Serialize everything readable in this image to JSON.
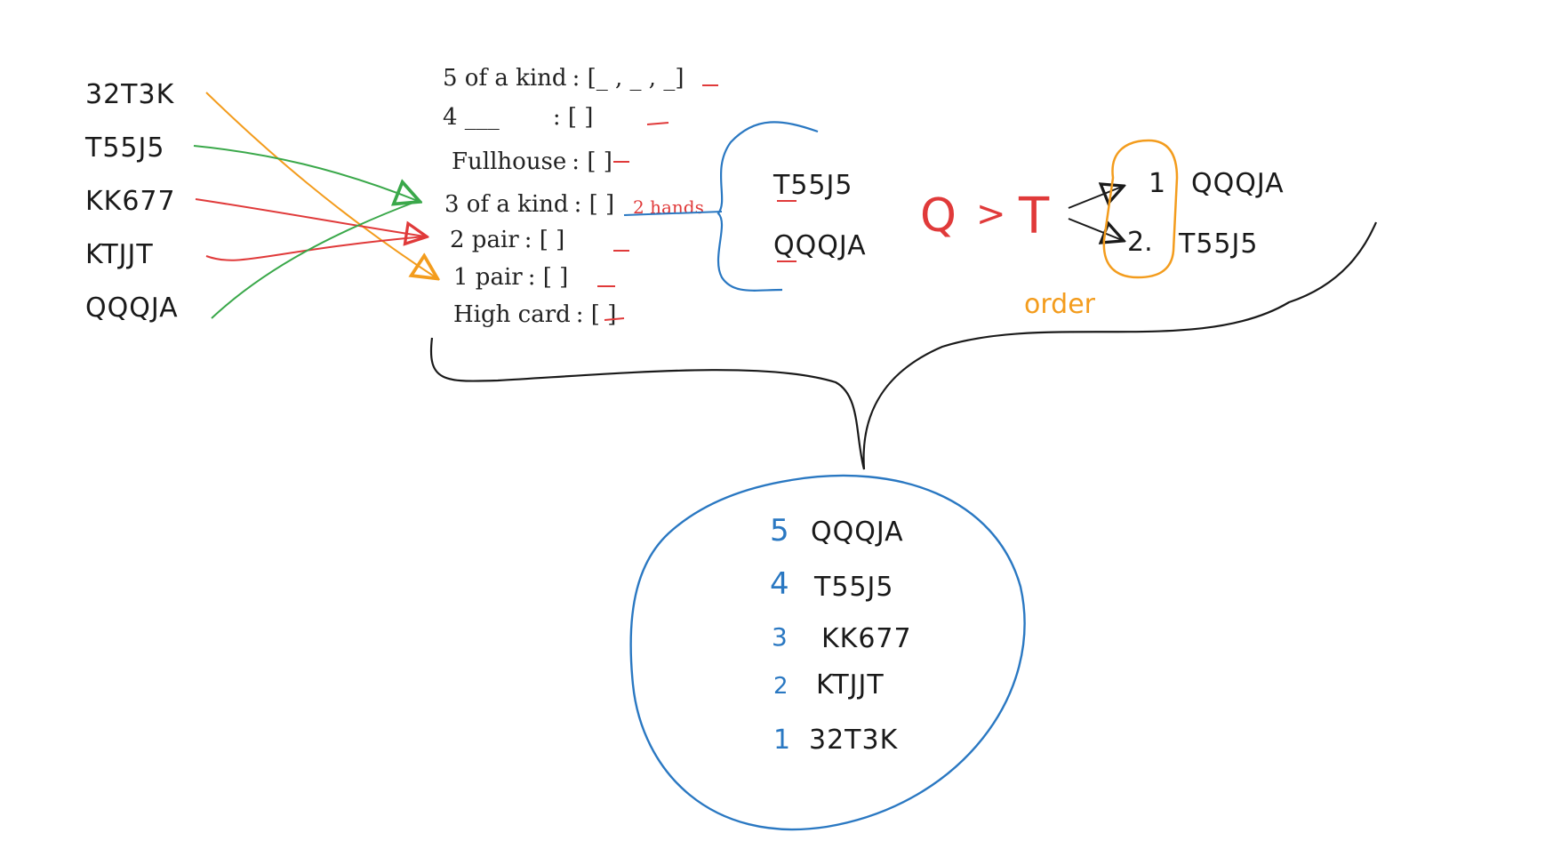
{
  "colors": {
    "ink": "#1a1a1a",
    "red": "#e03a3a",
    "green": "#3aa84a",
    "orange": "#f39c1d",
    "blue": "#2a78c2"
  },
  "input_hands": [
    "32T3K",
    "T55J5",
    "KK677",
    "KTJJT",
    "QQQJA"
  ],
  "categories": [
    {
      "name": "5 of a kind",
      "slot": ": [_ , _ , _]"
    },
    {
      "name": "4 ___",
      "slot": ": [ ]"
    },
    {
      "name": "Fullhouse",
      "slot": ": [ ]"
    },
    {
      "name": "3 of a kind",
      "slot": ": [ ]"
    },
    {
      "name": "2 pair",
      "slot": ": [ ]"
    },
    {
      "name": "1 pair",
      "slot": ": [ ]"
    },
    {
      "name": "High card",
      "slot": ": [ ]"
    }
  ],
  "two_hands_label": "2 hands",
  "tie_hands": [
    "T55J5",
    "QQQJA"
  ],
  "compare": {
    "left": "Q",
    "op": ">",
    "right": "T"
  },
  "ordered": [
    {
      "rank": "1",
      "hand": "QQQJA"
    },
    {
      "rank": "2.",
      "hand": "T55J5"
    }
  ],
  "order_label": "order",
  "final_ranking": [
    {
      "rank": "5",
      "hand": "QQQJA"
    },
    {
      "rank": "4",
      "hand": "T55J5"
    },
    {
      "rank": "3",
      "hand": "KK677"
    },
    {
      "rank": "2",
      "hand": "KTJJT"
    },
    {
      "rank": "1",
      "hand": "32T3K"
    }
  ]
}
